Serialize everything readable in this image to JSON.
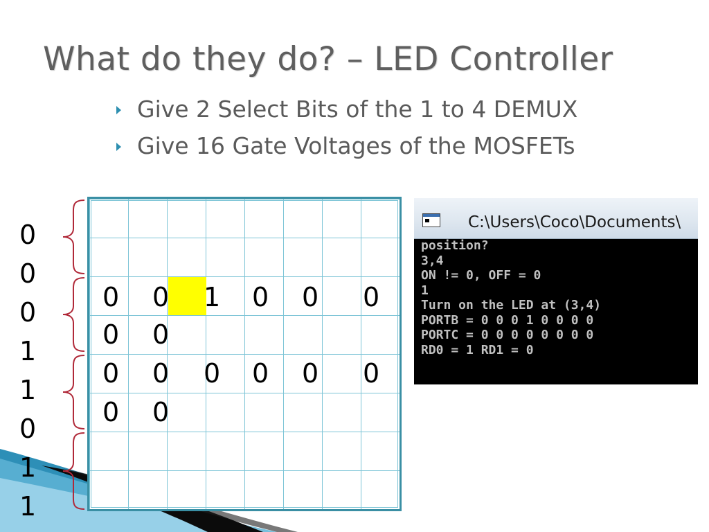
{
  "slide": {
    "title": "What do they do? – LED Controller",
    "bullets": [
      "Give 2 Select Bits of the 1 to 4 DEMUX",
      "Give 16 Gate Voltages of the MOSFETs"
    ]
  },
  "bits_column": [
    "0",
    "0",
    "0",
    "1",
    "1",
    "0",
    "1",
    "1"
  ],
  "grid": {
    "rows": 8,
    "cols": 8,
    "highlight": {
      "row": 2,
      "col": 2,
      "color": "#ffff00"
    },
    "row_values": [
      [
        "0",
        "0",
        "1",
        "0",
        "0",
        "0"
      ],
      [
        "0",
        "0"
      ],
      [
        "0",
        "0",
        "0",
        "0",
        "0",
        "0"
      ],
      [
        "0",
        "0"
      ]
    ]
  },
  "console": {
    "title": "C:\\Users\\Coco\\Documents\\",
    "lines": [
      "position?",
      "3,4",
      "ON != 0, OFF = 0",
      "1",
      "Turn on the LED at (3,4)",
      "PORTB = 0 0 0 1 0 0 0 0",
      "PORTC = 0 0 0 0 0 0 0 0",
      "RD0 = 1 RD1 = 0"
    ]
  },
  "colors": {
    "title": "#5f5f5f",
    "bullet_text": "#5a5a5a",
    "bullet_marker": "#2e8fb0",
    "grid_lines": "#7cc4d6",
    "grid_border": "#3a8fa4",
    "brace": "#b02838",
    "console_bg": "#000000",
    "console_text": "#c0c0c0"
  },
  "icons": {
    "bullet": "right-triangle-icon",
    "brace": "curly-brace-icon",
    "console": "console-window-icon"
  }
}
